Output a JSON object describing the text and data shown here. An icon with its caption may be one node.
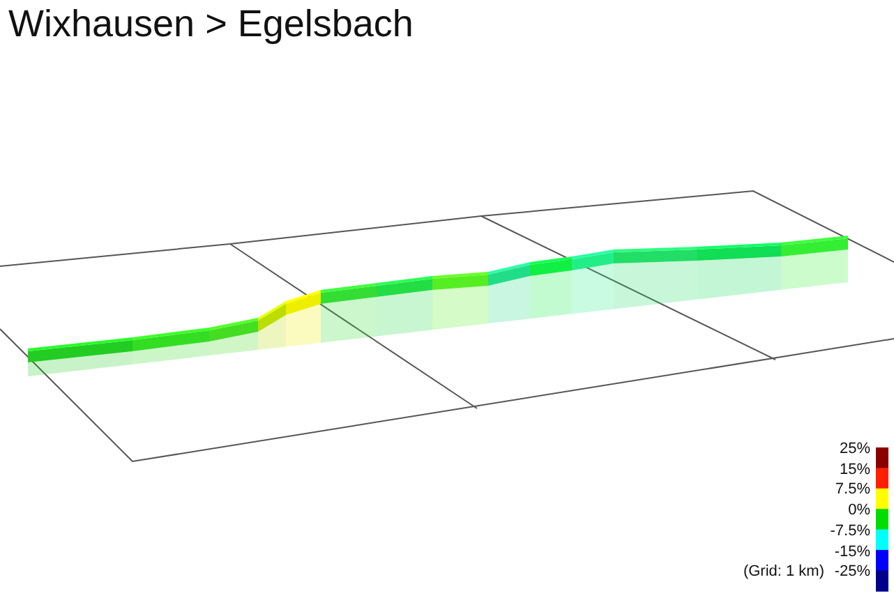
{
  "diagram": {
    "title": "Wixhausen > Egelsbach",
    "labels": [
      "(Grid: 1 km)"
    ],
    "legend": [
      {
        "text": "25%",
        "color": "#8b0000"
      },
      {
        "text": "15%",
        "color": "#ff2000"
      },
      {
        "text": "7.5%",
        "color": "#ffff00"
      },
      {
        "text": "0%",
        "color": "#00dd00"
      },
      {
        "text": "-7.5%",
        "color": "#00ffff"
      },
      {
        "text": "-15%",
        "color": "#0000ff"
      },
      {
        "text": "-25%",
        "color": "#00008b"
      }
    ]
  }
}
